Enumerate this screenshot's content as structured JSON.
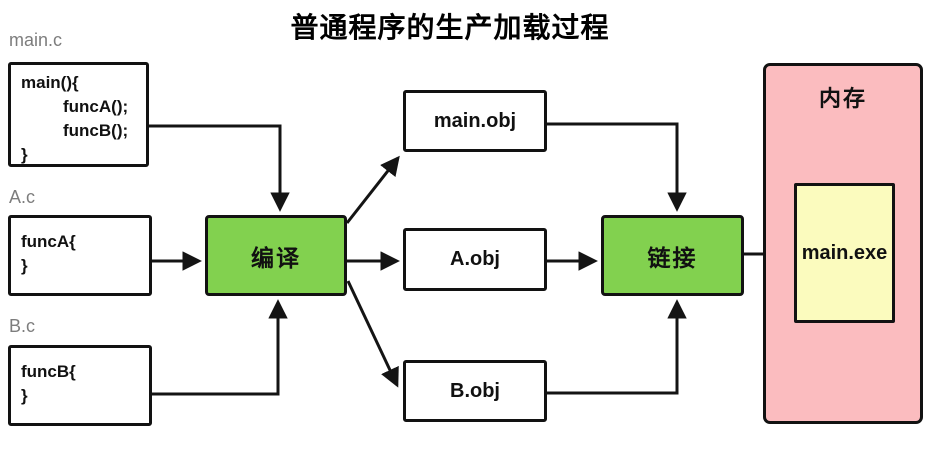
{
  "title": "普通程序的生产加载过程",
  "colors": {
    "process_box_fill": "#82d14f",
    "memory_box_fill": "#fbbcbf",
    "exe_box_fill": "#fbfbbe",
    "line_color": "#141414",
    "file_label_color": "#7d7d7d"
  },
  "source_files": {
    "main": {
      "label": "main.c",
      "lines": [
        "main(){",
        "funcA();",
        "funcB();",
        "}"
      ]
    },
    "a": {
      "label": "A.c",
      "lines": [
        "funcA{",
        "}"
      ]
    },
    "b": {
      "label": "B.c",
      "lines": [
        "funcB{",
        "}"
      ]
    }
  },
  "process": {
    "compile_label": "编译",
    "link_label": "链接"
  },
  "objects": {
    "main": "main.obj",
    "a": "A.obj",
    "b": "B.obj"
  },
  "memory": {
    "label": "内存",
    "exe_label": "main.exe"
  }
}
